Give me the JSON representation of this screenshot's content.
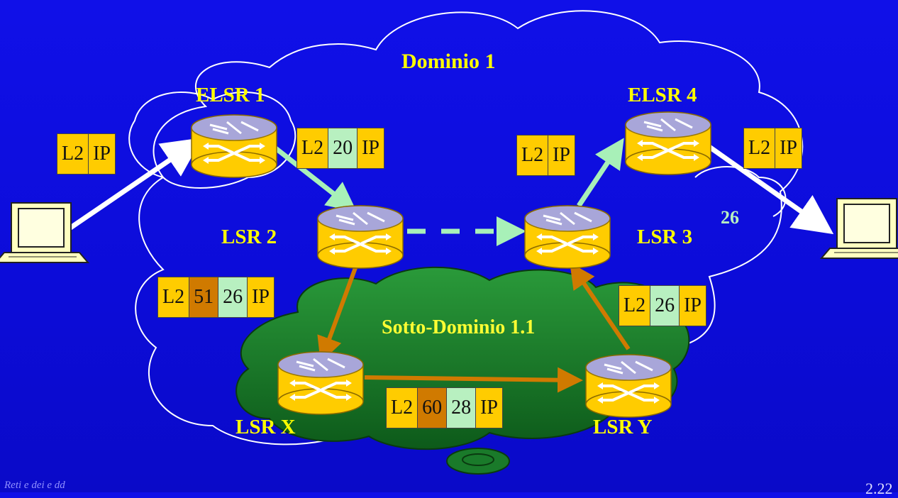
{
  "domain_label": "Dominio 1",
  "subdomain_label": "Sotto-Dominio 1.1",
  "routers": {
    "elsr1": "ELSR 1",
    "elsr4": "ELSR 4",
    "lsr2": "LSR 2",
    "lsr3": "LSR 3",
    "lsrx": "LSR X",
    "lsry": "LSR Y"
  },
  "label_26": "26",
  "packets": {
    "p_in": [
      "L2",
      "IP"
    ],
    "p_e1": [
      "L2",
      "20",
      "IP"
    ],
    "p_l3": [
      "L2",
      "IP"
    ],
    "p_out": [
      "L2",
      "IP"
    ],
    "p_l2x": [
      "L2",
      "51",
      "26",
      "IP"
    ],
    "p_yl3": [
      "L2",
      "26",
      "IP"
    ],
    "p_xy": [
      "L2",
      "60",
      "28",
      "IP"
    ]
  },
  "colors": {
    "background": "#0c0cd8",
    "router_body": "#ffcc00",
    "label_text": "#ffff00",
    "subdomain_fill": "#1a7a2a",
    "arrow_green": "#a8f0b8",
    "arrow_orange": "#d07a00",
    "arrow_white": "#ffffff"
  },
  "footer_text": "Reti e dei e dd",
  "page_number": "2.22"
}
